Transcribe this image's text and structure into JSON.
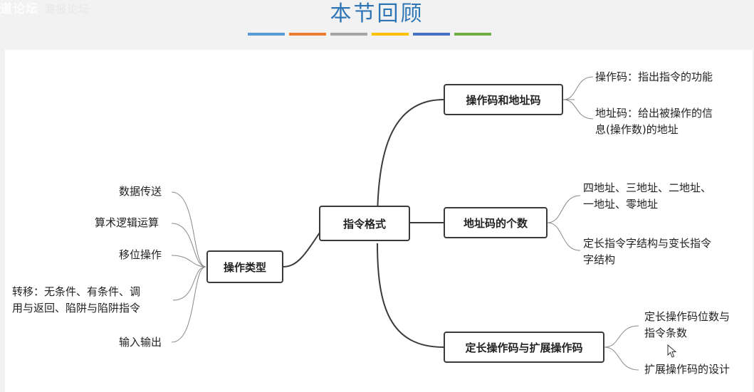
{
  "header": {
    "watermark": "道论坛",
    "watermark_faint": "海报论坛",
    "title": "本节回顾",
    "bar_colors": [
      "#5b9bd5",
      "#ed7d31",
      "#a5a5a5",
      "#ffc000",
      "#4472c4",
      "#70ad47"
    ]
  },
  "mindmap": {
    "root": "指令格式",
    "operation_types": {
      "label": "操作类型",
      "items": [
        "数据传送",
        "算术逻辑运算",
        "移位操作",
        "转移：无条件、有条件、调",
        "用与返回、陷阱与陷阱指令",
        "输入输出"
      ]
    },
    "opcode_address": {
      "label": "操作码和地址码",
      "items": [
        "操作码：指出指令的功能",
        "地址码：给出被操作的信",
        "息(操作数)的地址"
      ]
    },
    "address_count": {
      "label": "地址码的个数",
      "items": [
        "四地址、三地址、二地址、",
        "一地址、零地址",
        "定长指令字结构与变长指令",
        "字结构"
      ]
    },
    "extended_opcode": {
      "label": "定长操作码与扩展操作码",
      "items": [
        "定长操作码位数与",
        "指令条数",
        "扩展操作码的设计"
      ]
    }
  },
  "colors": {
    "line": "#3a3a3a",
    "title": "#2e75b6"
  }
}
